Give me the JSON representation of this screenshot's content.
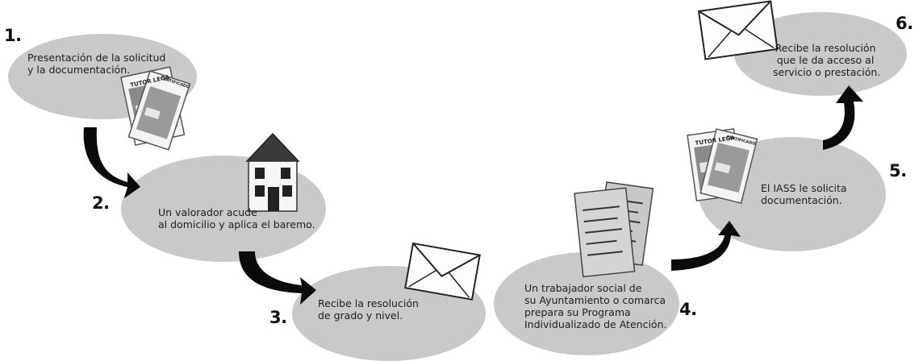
{
  "steps": [
    {
      "number": "1.",
      "lines": [
        "Presentación de la solicitud",
        "y la documentación."
      ]
    },
    {
      "number": "2.",
      "lines": [
        "Un valorador acude",
        "al domicilio y aplica el baremo."
      ]
    },
    {
      "number": "3.",
      "lines": [
        "Recibe la resolución",
        "de grado y nivel."
      ]
    },
    {
      "number": "4.",
      "lines": [
        "Un trabajador social de",
        "su Ayuntamiento o comarca",
        "prepara su Programa",
        "Individualizado de Atención."
      ]
    },
    {
      "number": "5.",
      "lines": [
        "El IASS le solicita",
        "documentación."
      ]
    },
    {
      "number": "6.",
      "lines": [
        "Recibe la resolución",
        "que le da acceso al",
        "servicio o prestación."
      ]
    }
  ],
  "document_labels": {
    "tutor": "TUTOR LEGA",
    "form": "CERTIFICADO"
  },
  "colors": {
    "ellipse": "#c9c9c9",
    "arrow": "#0a0a0a",
    "roof": "#3a3a3a"
  }
}
